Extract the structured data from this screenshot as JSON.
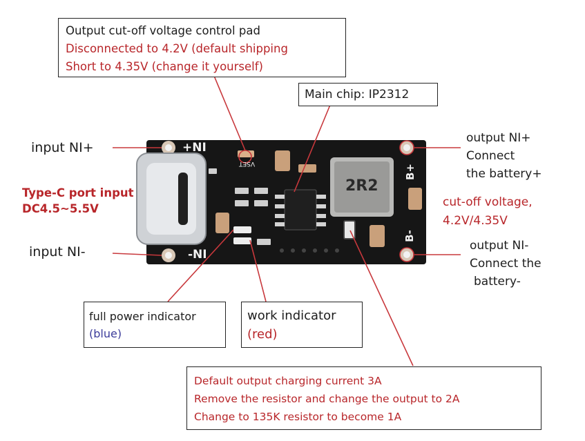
{
  "top_box": {
    "line1": "Output cut-off voltage control pad",
    "line2": "Disconnected to 4.2V (default shipping",
    "line3": "Short to 4.35V (change it yourself)"
  },
  "chip_box": {
    "label": "Main chip: IP2312"
  },
  "left": {
    "input_pos": "input NI+",
    "typec_line1": "Type-C port input",
    "typec_line2": "DC4.5~5.5V",
    "input_neg": "input NI-"
  },
  "right": {
    "out_pos_1": "output NI+",
    "out_pos_2": "Connect",
    "out_pos_3": "the battery+",
    "cutoff_1": "cut-off voltage,",
    "cutoff_2": "4.2V/4.35V",
    "out_neg_1": "output NI-",
    "out_neg_2": "Connect the",
    "out_neg_3": "battery-"
  },
  "full_box": {
    "line1": "full power indicator",
    "line2": "(blue)"
  },
  "work_box": {
    "line1": "work indicator",
    "line2": "(red)"
  },
  "bottom_box": {
    "line1": "Default output charging current 3A",
    "line2": "Remove the resistor and change the output to 2A",
    "line3": "Change to 135K resistor to become 1A"
  },
  "board": {
    "pin_pos": "+NI",
    "pin_neg": "-NI",
    "bat_pos": "B+",
    "bat_neg": "B-",
    "vset": "VSET",
    "inductor": "2R2"
  },
  "colors": {
    "annotation_line": "#c8383c",
    "annotation_text": "#b8262a",
    "board": "#161616"
  }
}
